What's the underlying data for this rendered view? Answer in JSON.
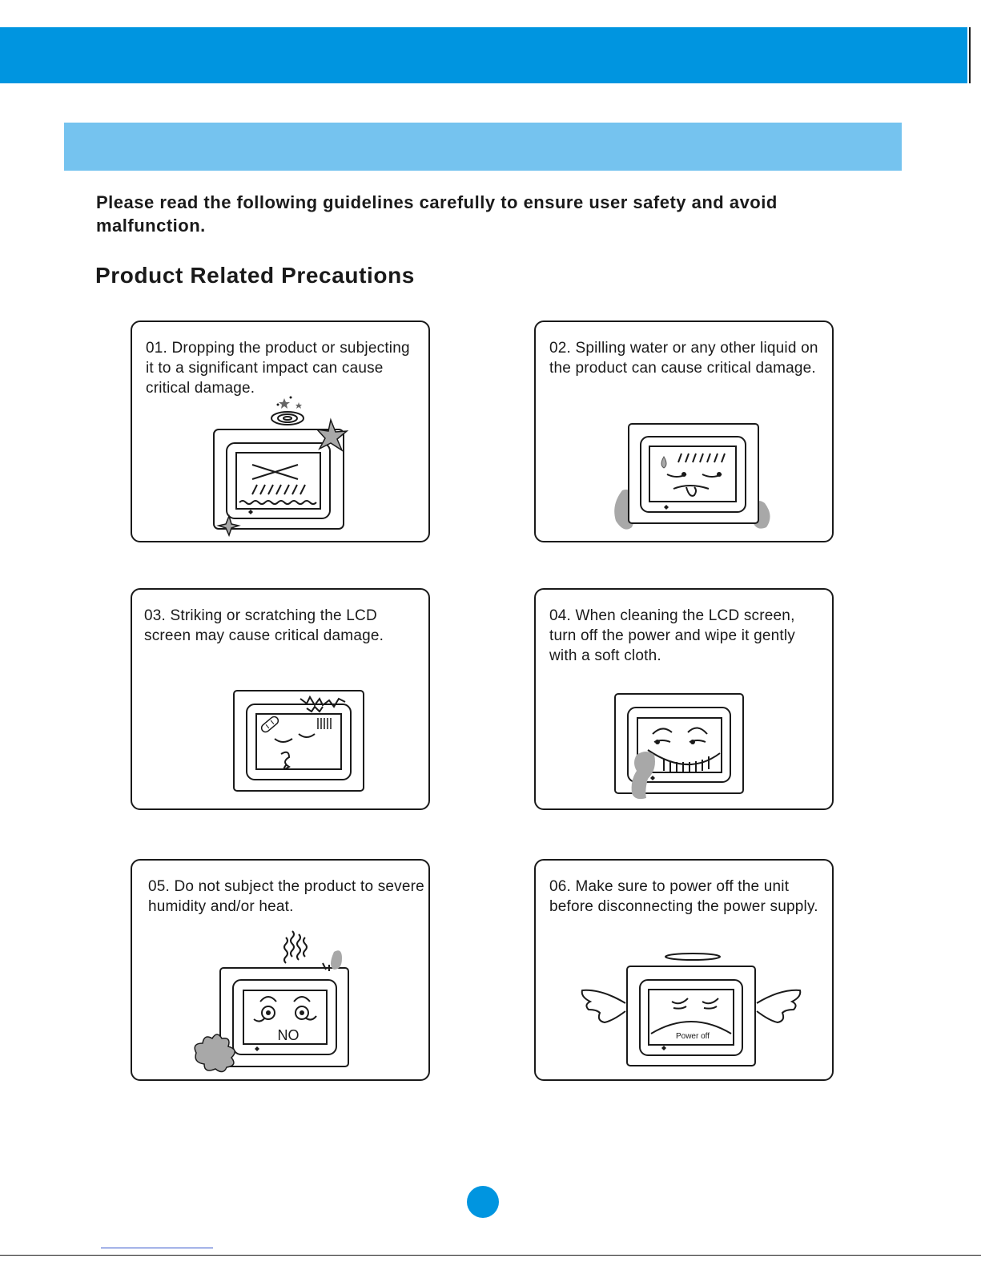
{
  "intro": "Please read the following guidelines carefully to ensure user safety and avoid malfunction.",
  "heading": "Product Related Precautions",
  "precautions": [
    {
      "text": "01.  Dropping the product or subjecting it to a significant impact can cause critical damage.",
      "icon": "dropped-tv-icon"
    },
    {
      "text": "02.  Spilling water or any other liquid on the product  can cause critical damage.",
      "icon": "spilled-liquid-tv-icon"
    },
    {
      "text": "03.  Striking or scratching the LCD screen may cause critical damage.",
      "icon": "scratched-tv-icon"
    },
    {
      "text": "04.  When cleaning the LCD screen, turn off the power and wipe  it gently with a soft cloth.",
      "icon": "cleaning-tv-icon"
    },
    {
      "text": "05.  Do not subject the product to severe humidity and/or heat.",
      "icon": "humidity-heat-tv-icon"
    },
    {
      "text": "06.  Make sure to power off  the unit before disconnecting the power supply.",
      "icon": "angel-tv-icon"
    }
  ],
  "illustration_labels": {
    "no": "NO",
    "power_off": "Power off"
  },
  "colors": {
    "header_blue": "#0095e0",
    "band_blue": "#75c3ef",
    "splash_gray": "#a8a8a8"
  }
}
